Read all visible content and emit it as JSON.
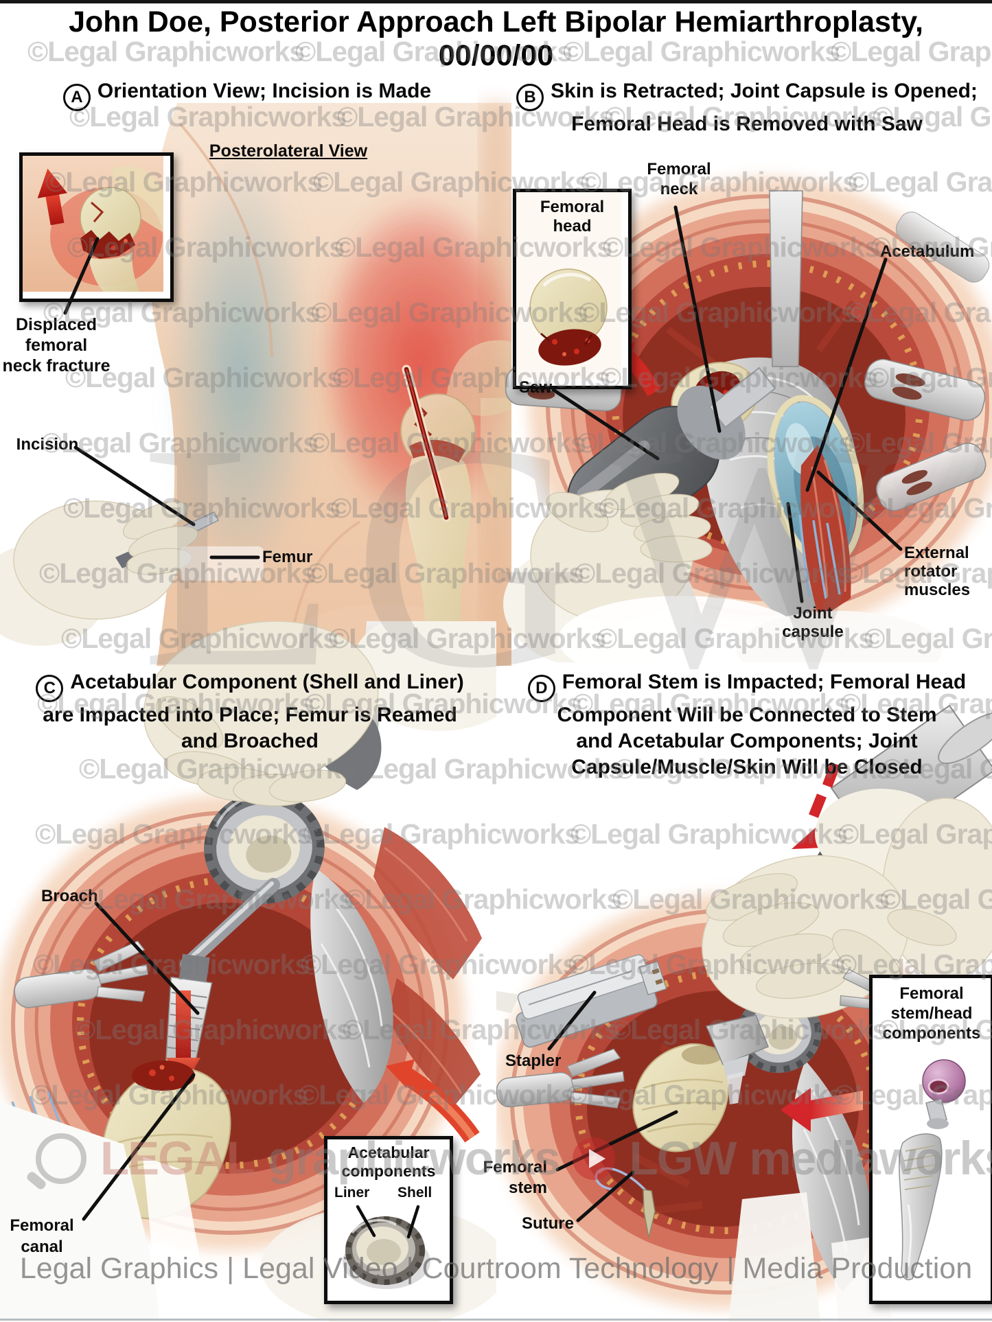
{
  "page": {
    "title_line1": "John Doe, Posterior Approach Left Bipolar Hemiarthroplasty,",
    "title_line2": "00/00/00"
  },
  "watermarks": {
    "tile": "©Legal Graphicworks",
    "big_center": "LGW",
    "brand_left_word1": "LEGAL",
    "brand_left_word2": "graphicworks",
    "brand_right_word1": "LGW",
    "brand_right_word2": "mediaworks",
    "footer": "Legal Graphics | Legal Video | Courtroom Technology | Media Production"
  },
  "panels": {
    "a": {
      "letter": "A",
      "heading": "Orientation View; Incision is Made",
      "subheading": "Posterolateral View",
      "labels": {
        "fracture_l1": "Displaced",
        "fracture_l2": "femoral",
        "fracture_l3": "neck fracture",
        "incision": "Incision",
        "femur": "Femur"
      }
    },
    "b": {
      "letter": "B",
      "heading_l1": "Skin is Retracted; Joint Capsule is Opened;",
      "heading_l2": "Femoral Head is Removed with Saw",
      "inset_title_l1": "Femoral",
      "inset_title_l2": "head",
      "labels": {
        "neck_l1": "Femoral",
        "neck_l2": "neck",
        "acetabulum": "Acetabulum",
        "saw": "Saw",
        "ext_l1": "External",
        "ext_l2": "rotator",
        "ext_l3": "muscles",
        "capsule_l1": "Joint",
        "capsule_l2": "capsule"
      }
    },
    "c": {
      "letter": "C",
      "heading_l1": "Acetabular Component (Shell and Liner)",
      "heading_l2": "are Impacted into Place; Femur is Reamed",
      "heading_l3": "and Broached",
      "inset_title_l1": "Acetabular",
      "inset_title_l2": "components",
      "inset_liner": "Liner",
      "inset_shell": "Shell",
      "labels": {
        "broach": "Broach",
        "canal_l1": "Femoral",
        "canal_l2": "canal"
      }
    },
    "d": {
      "letter": "D",
      "heading_l1": "Femoral Stem is Impacted; Femoral Head",
      "heading_l2": "Component Will be Connected to Stem",
      "heading_l3": "and Acetabular Components; Joint",
      "heading_l4": "Capsule/Muscle/Skin Will be Closed",
      "inset_title_l1": "Femoral",
      "inset_title_l2": "stem/head",
      "inset_title_l3": "components",
      "labels": {
        "stapler": "Stapler",
        "stem_l1": "Femoral",
        "stem_l2": "stem",
        "suture": "Suture"
      }
    }
  },
  "colors": {
    "leader": "#111111",
    "arrow_red": "#cf2822",
    "watermark_gray": "#8c8c8c",
    "bone": "#e9dfb6",
    "acetabulum_blue": "#7fb6c9"
  }
}
